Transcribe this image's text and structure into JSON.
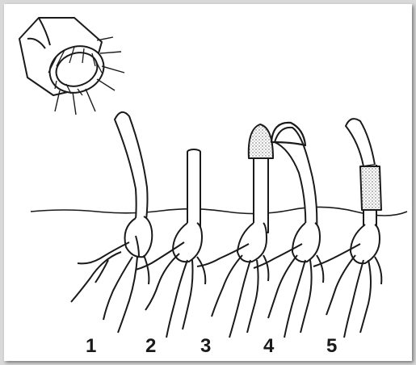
{
  "figure": {
    "labels": [
      "1",
      "2",
      "3",
      "4",
      "5"
    ]
  },
  "colors": {
    "ink": "#1a1a1a",
    "stipple": "#9a9a9a",
    "frame": "#d9d9d9"
  },
  "icons": {
    "light_source": "lamp-icon"
  }
}
